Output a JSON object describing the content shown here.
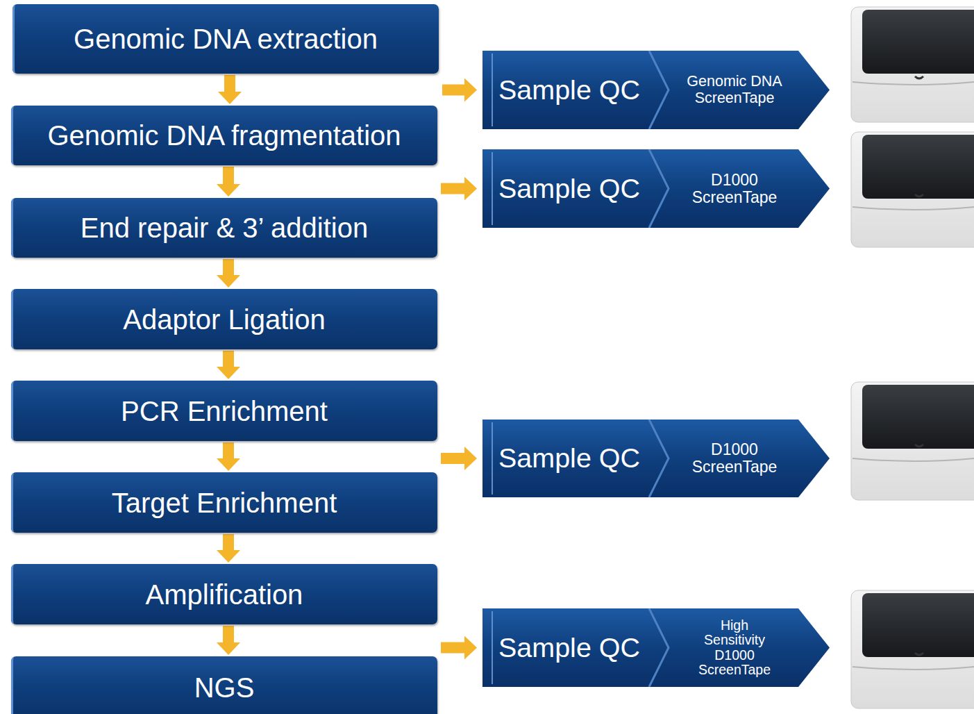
{
  "diagram": {
    "nodes": [
      {
        "text": [
          "Genomic DNA extraction"
        ]
      },
      {
        "text": [
          "Genomic DNA fragmentation"
        ]
      },
      {
        "text": [
          "End repair & 3’ addition"
        ]
      },
      {
        "text": [
          "Adaptor Ligation"
        ]
      },
      {
        "text": [
          "PCR Enrichment"
        ]
      },
      {
        "text": [
          "Target Enrichment"
        ]
      },
      {
        "text": [
          "Amplification"
        ]
      },
      {
        "text": [
          "NGS"
        ]
      },
      {
        "text": [
          "Sample QC",
          "Genomic DNA ScreenTape"
        ]
      },
      {
        "text": [
          "Sample QC",
          "D1000 ScreenTape"
        ]
      },
      {
        "text": [
          "Sample QC",
          "D1000 ScreenTape"
        ]
      },
      {
        "text": [
          "Sample QC",
          "High Sensitivity D1000 ScreenTape"
        ]
      }
    ],
    "edges": [
      {
        "from": 0,
        "to": 1,
        "arrow": "to"
      },
      {
        "from": 1,
        "to": 2,
        "arrow": "to"
      },
      {
        "from": 2,
        "to": 3,
        "arrow": "to"
      },
      {
        "from": 3,
        "to": 4,
        "arrow": "to"
      },
      {
        "from": 4,
        "to": 5,
        "arrow": "to"
      },
      {
        "from": 5,
        "to": 6,
        "arrow": "to"
      },
      {
        "from": 6,
        "to": 7,
        "arrow": "to"
      },
      {
        "from": 0,
        "to": 8,
        "arrow": "to"
      },
      {
        "from": 1,
        "to": 9,
        "arrow": "to"
      },
      {
        "from": 4,
        "to": 10,
        "arrow": "to"
      },
      {
        "from": 6,
        "to": 11,
        "arrow": "to"
      }
    ]
  }
}
